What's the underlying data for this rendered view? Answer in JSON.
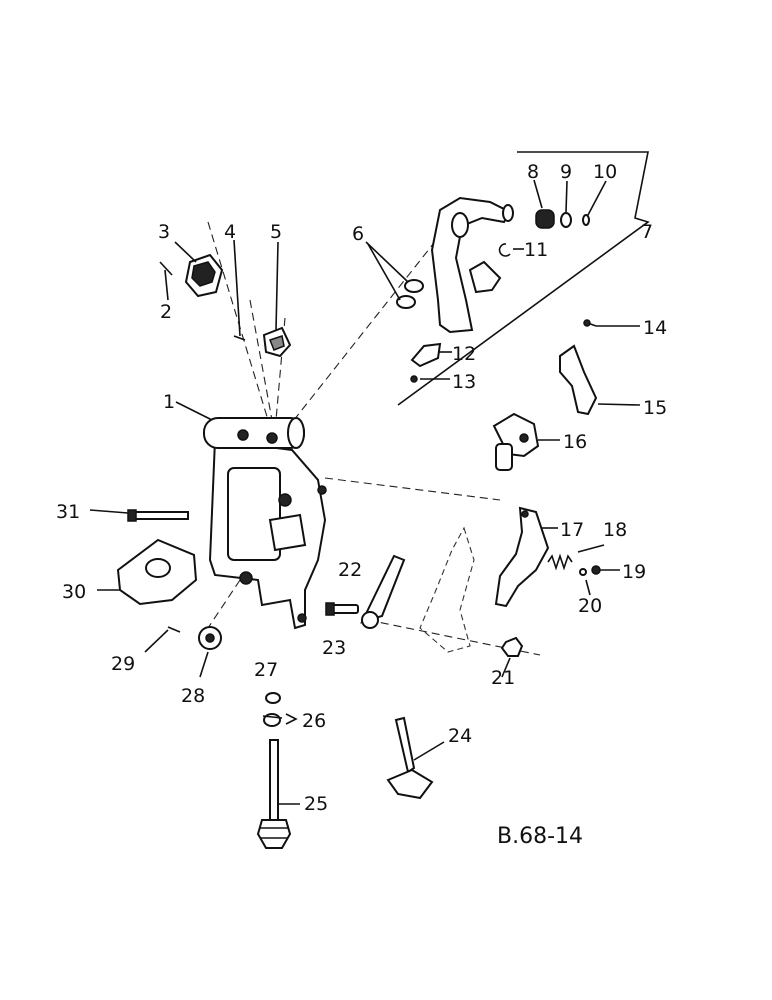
{
  "drawing_code": "B.68-14",
  "callouts": [
    {
      "id": "1",
      "text": "1"
    },
    {
      "id": "2",
      "text": "2"
    },
    {
      "id": "3",
      "text": "3"
    },
    {
      "id": "4",
      "text": "4"
    },
    {
      "id": "5",
      "text": "5"
    },
    {
      "id": "6",
      "text": "6"
    },
    {
      "id": "7",
      "text": "7"
    },
    {
      "id": "8",
      "text": "8"
    },
    {
      "id": "9",
      "text": "9"
    },
    {
      "id": "10",
      "text": "10"
    },
    {
      "id": "11",
      "text": "11"
    },
    {
      "id": "12",
      "text": "12"
    },
    {
      "id": "13",
      "text": "13"
    },
    {
      "id": "14",
      "text": "14"
    },
    {
      "id": "15",
      "text": "15"
    },
    {
      "id": "16",
      "text": "16"
    },
    {
      "id": "17",
      "text": "17"
    },
    {
      "id": "18",
      "text": "18"
    },
    {
      "id": "19",
      "text": "19"
    },
    {
      "id": "20",
      "text": "20"
    },
    {
      "id": "21",
      "text": "21"
    },
    {
      "id": "22",
      "text": "22"
    },
    {
      "id": "23",
      "text": "23"
    },
    {
      "id": "24",
      "text": "24"
    },
    {
      "id": "25",
      "text": "25"
    },
    {
      "id": "26",
      "text": "26"
    },
    {
      "id": "27",
      "text": "27"
    },
    {
      "id": "28",
      "text": "28"
    },
    {
      "id": "29",
      "text": "29"
    },
    {
      "id": "30",
      "text": "30"
    },
    {
      "id": "31",
      "text": "31"
    }
  ]
}
